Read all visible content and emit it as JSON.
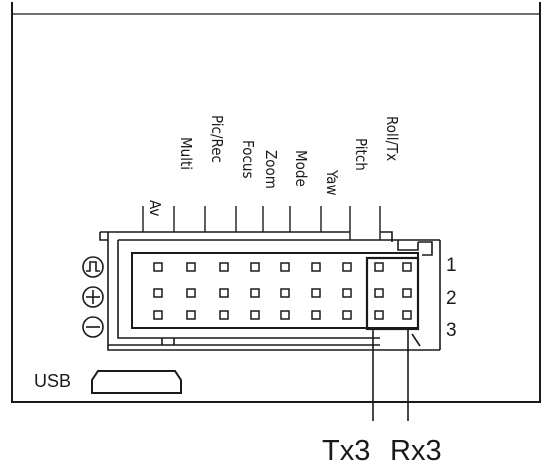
{
  "pin_labels": [
    "Av",
    "Multi",
    "Pic/Rec",
    "Focus",
    "Zoom",
    "Mode",
    "Yaw",
    "Pitch",
    "Roll/Tx"
  ],
  "row_numbers": [
    "1",
    "2",
    "3"
  ],
  "usb_label": "USB",
  "tx_label": "Tx3",
  "rx_label": "Rx3",
  "symbols": [
    "pwm-signal-icon",
    "plus-circle-icon",
    "minus-circle-icon"
  ],
  "colors": {
    "line": "#1a1a1a",
    "background": "#ffffff"
  }
}
